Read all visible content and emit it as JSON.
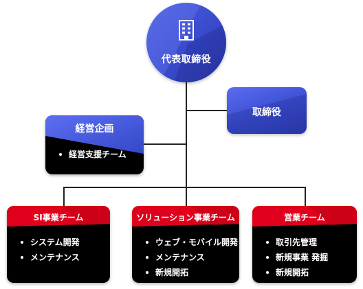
{
  "ceo": {
    "title": "代表取締役",
    "icon": "building-icon",
    "color": "#3f51d6"
  },
  "director": {
    "label": "取締役",
    "color": "#3f51d6"
  },
  "planning": {
    "label": "経営企画",
    "items": [
      "経営支援チーム"
    ],
    "color": "#4153d8"
  },
  "teams": [
    {
      "label": "SI事業チーム",
      "items": [
        "システム開発",
        "メンテナンス"
      ]
    },
    {
      "label": "ソリューション事業チーム",
      "items": [
        "ウェブ・モバイル開発",
        "メンテナンス",
        "新規開拓"
      ]
    },
    {
      "label": "営業チーム",
      "items": [
        "取引先管理",
        "新規事業 発掘",
        "新規開拓"
      ]
    }
  ],
  "team_color": "#e0001b"
}
